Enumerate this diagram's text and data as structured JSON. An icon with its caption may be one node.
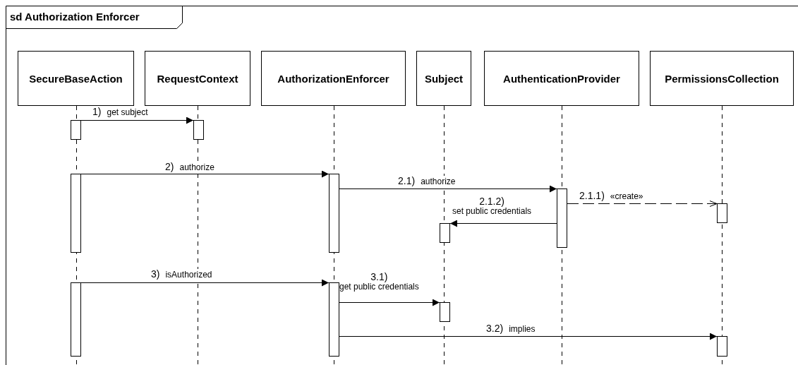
{
  "diagram": {
    "title": "sd Authorization Enforcer",
    "nodes": [
      {
        "text": [
          "SecureBaseAction"
        ]
      },
      {
        "text": [
          "RequestContext"
        ]
      },
      {
        "text": [
          "AuthorizationEnforcer"
        ]
      },
      {
        "text": [
          "Subject"
        ]
      },
      {
        "text": [
          "AuthenticationProvider"
        ]
      },
      {
        "text": [
          "PermissionsCollection"
        ]
      },
      {
        "text": [],
        "shape": "bar"
      },
      {
        "text": [],
        "shape": "bar"
      },
      {
        "text": [],
        "shape": "bar"
      },
      {
        "text": [],
        "shape": "bar"
      },
      {
        "text": [],
        "shape": "bar"
      },
      {
        "text": [],
        "shape": "bar"
      },
      {
        "text": [],
        "shape": "bar"
      },
      {
        "text": [],
        "shape": "bar"
      },
      {
        "text": [],
        "shape": "bar"
      },
      {
        "text": [],
        "shape": "bar"
      },
      {
        "text": [],
        "shape": "bar"
      }
    ],
    "edges": [
      {
        "from": 6,
        "to": 7,
        "arrow": "to",
        "label": "1) get subject"
      },
      {
        "from": 8,
        "to": 9,
        "arrow": "to",
        "label": "2) authorize"
      },
      {
        "from": 9,
        "to": 10,
        "arrow": "to",
        "label": "2.1) authorize"
      },
      {
        "from": 10,
        "to": 11,
        "arrow": "to",
        "label": "2.1.1) «create»",
        "style": "dashed"
      },
      {
        "from": 10,
        "to": 12,
        "arrow": "to",
        "label": "2.1.2) set public credentials"
      },
      {
        "from": 13,
        "to": 14,
        "arrow": "to",
        "label": "3) isAuthorized"
      },
      {
        "from": 14,
        "to": 15,
        "arrow": "to",
        "label": "3.1) get public credentials"
      },
      {
        "from": 14,
        "to": 16,
        "arrow": "to",
        "label": "3.2) implies"
      }
    ]
  }
}
